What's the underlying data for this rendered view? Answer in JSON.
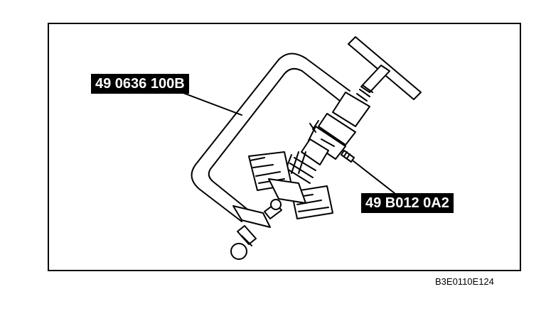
{
  "callouts": {
    "tool_upper": "49 0636 100B",
    "tool_lower": "49 B012 0A2"
  },
  "figure_code": "B3E0110E124",
  "colors": {
    "ink": "#000000",
    "paper": "#ffffff"
  }
}
